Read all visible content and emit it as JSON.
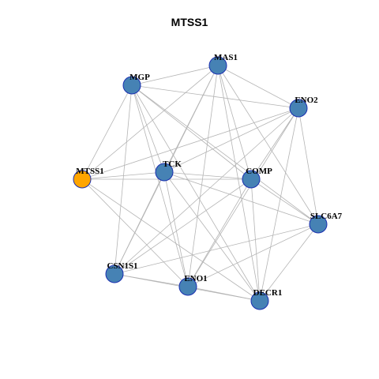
{
  "title": "MTSS1",
  "nodes": [
    {
      "id": "MTSS1",
      "label": "MTSS1",
      "color": "#ffa500"
    },
    {
      "id": "MGP",
      "label": "MGP",
      "color": "#4682b4"
    },
    {
      "id": "MAS1",
      "label": "MAS1",
      "color": "#4682b4"
    },
    {
      "id": "ENO2",
      "label": "ENO2",
      "color": "#4682b4"
    },
    {
      "id": "TCK",
      "label": "TCK",
      "color": "#4682b4"
    },
    {
      "id": "COMP",
      "label": "COMP",
      "color": "#4682b4"
    },
    {
      "id": "SLC6A7",
      "label": "SLC6A7",
      "color": "#4682b4"
    },
    {
      "id": "CSN1S1",
      "label": "CSN1S1",
      "color": "#4682b4"
    },
    {
      "id": "ENO1",
      "label": "ENO1",
      "color": "#4682b4"
    },
    {
      "id": "DECR1",
      "label": "DECR1",
      "color": "#4682b4"
    }
  ],
  "edges": [
    [
      "MTSS1",
      "MAS1"
    ],
    [
      "MTSS1",
      "MGP"
    ],
    [
      "MTSS1",
      "ENO2"
    ],
    [
      "MTSS1",
      "TCK"
    ],
    [
      "MTSS1",
      "COMP"
    ],
    [
      "MTSS1",
      "ENO1"
    ],
    [
      "MTSS1",
      "DECR1"
    ],
    [
      "MGP",
      "MAS1"
    ],
    [
      "MGP",
      "ENO2"
    ],
    [
      "MGP",
      "TCK"
    ],
    [
      "MGP",
      "COMP"
    ],
    [
      "MGP",
      "CSN1S1"
    ],
    [
      "MGP",
      "ENO1"
    ],
    [
      "MGP",
      "DECR1"
    ],
    [
      "MGP",
      "SLC6A7"
    ],
    [
      "MAS1",
      "ENO2"
    ],
    [
      "MAS1",
      "TCK"
    ],
    [
      "MAS1",
      "COMP"
    ],
    [
      "MAS1",
      "CSN1S1"
    ],
    [
      "MAS1",
      "ENO1"
    ],
    [
      "MAS1",
      "DECR1"
    ],
    [
      "MAS1",
      "SLC6A7"
    ],
    [
      "ENO2",
      "TCK"
    ],
    [
      "ENO2",
      "COMP"
    ],
    [
      "ENO2",
      "CSN1S1"
    ],
    [
      "ENO2",
      "ENO1"
    ],
    [
      "ENO2",
      "DECR1"
    ],
    [
      "ENO2",
      "SLC6A7"
    ],
    [
      "TCK",
      "COMP"
    ],
    [
      "TCK",
      "CSN1S1"
    ],
    [
      "TCK",
      "ENO1"
    ],
    [
      "TCK",
      "DECR1"
    ],
    [
      "TCK",
      "SLC6A7"
    ],
    [
      "COMP",
      "CSN1S1"
    ],
    [
      "COMP",
      "ENO1"
    ],
    [
      "COMP",
      "DECR1"
    ],
    [
      "COMP",
      "SLC6A7"
    ],
    [
      "CSN1S1",
      "ENO1"
    ],
    [
      "CSN1S1",
      "DECR1"
    ],
    [
      "CSN1S1",
      "SLC6A7"
    ],
    [
      "ENO1",
      "DECR1"
    ],
    [
      "ENO1",
      "SLC6A7"
    ],
    [
      "DECR1",
      "SLC6A7"
    ]
  ],
  "colors": {
    "edge": "#b4b4b4",
    "node_border": "#1a2fb0"
  }
}
